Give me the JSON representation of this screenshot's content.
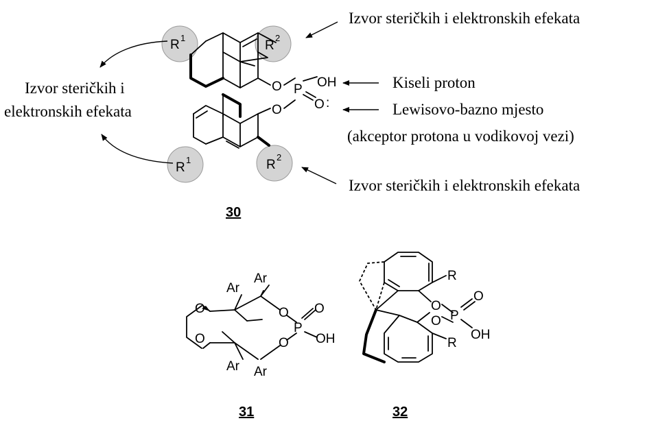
{
  "annotations": {
    "steric_electronic": "Izvor steričkih i elektronskih efekata",
    "steric_electronic_left_1": "Izvor steričkih i",
    "steric_electronic_left_2": "elektronskih efekata",
    "acidic_proton": "Kiseli proton",
    "lewis_basic_1": "Lewisovo-bazno mjesto",
    "lewis_basic_2": "(akceptor protona u vodikovoj vezi)"
  },
  "atoms": {
    "r": "R",
    "sup1": "1",
    "sup2": "2",
    "o": "O",
    "p": "P",
    "oh": "OH",
    "ar": "Ar",
    "lone_pair": ":"
  },
  "compounds": {
    "c30": "30",
    "c31": "31",
    "c32": "32"
  }
}
